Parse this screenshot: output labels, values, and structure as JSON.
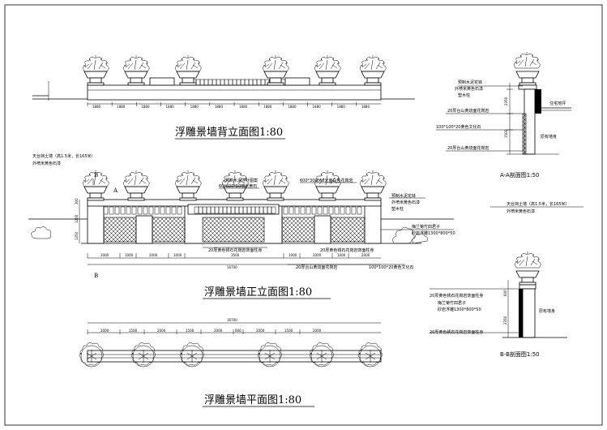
{
  "titles": {
    "back": "浮雕景墙背立面图1:80",
    "front": "浮雕景墙正立面图1:80",
    "plan": "浮雕景墙平面图1:80",
    "sectionA": "A-A剖面图1:50",
    "sectionB": "B-B剖面图1:50"
  },
  "marks": {
    "a": "A",
    "b": "B"
  },
  "notes": {
    "retain_wall": "天台挡土墙（高1.5米，长165米）",
    "retain_paint": "外喷米黄色石漆",
    "flower_pot": "预制水泥花钵",
    "pot_paint": "外喷米黄色石漆",
    "plinth": "塑木柱",
    "stone_sign": "预制水泥浮叶图案",
    "granite_top": "60*600*50喷米黄石",
    "panel_white": "600*300*60光面白色花岗岩",
    "bamboo": "梅兰菊竹四君子",
    "relief": "砂岩浮雕1300*800*50",
    "yellow_granite": "20厚黄色锈石花岗岩饰面柱身",
    "yellow_granite2": "20厚黄色锈石花岗岩饰面柱身",
    "tiger_skin": "20厚台山黄烧面花岗岩",
    "culture_stone": "100*100*20黄色文化石",
    "tiger_skin_a": "20厚台山黄烧面花岗岩",
    "culture_stone_a": "100*100*20黄色文化石",
    "tiger_skin_a2": "20厚台山黄烧面花岗岩",
    "a_pot": "预制水泥花钵",
    "a_pot_paint": "外喷米黄色石漆",
    "a_plinth": "塑木柱",
    "a_ground": "住宅地坪",
    "a_original": "原有墙身",
    "b_col": "20厚黄色锈石花岗岩饰面柱身",
    "b_bamboo": "梅兰菊竹四君子",
    "b_relief": "砂岩浮雕1300*800*50",
    "b_base": "20厚黄色锈石花岗岩饰面柱身",
    "b_original": "原有墙身"
  },
  "dims": {
    "back_top": [
      "1880",
      "1880",
      "1880",
      "1880",
      "1880",
      "1880",
      "1880",
      "1880",
      "1880",
      "1880",
      "1880",
      "1880"
    ],
    "front_bottom": [
      "2000",
      "1000",
      "2000",
      "1000",
      "3500",
      "1000",
      "2000",
      "1000",
      "2000"
    ],
    "front_total": "16700",
    "front_left": [
      "300",
      "1200",
      "1350"
    ],
    "plan_top": [
      "2000",
      "1500",
      "2000",
      "1500",
      "2000",
      "600",
      "2000",
      "1500",
      "2000"
    ],
    "plan_total": "16700",
    "a_section": [
      "2350",
      "1500"
    ],
    "b_section": [
      "600",
      "2350"
    ]
  }
}
